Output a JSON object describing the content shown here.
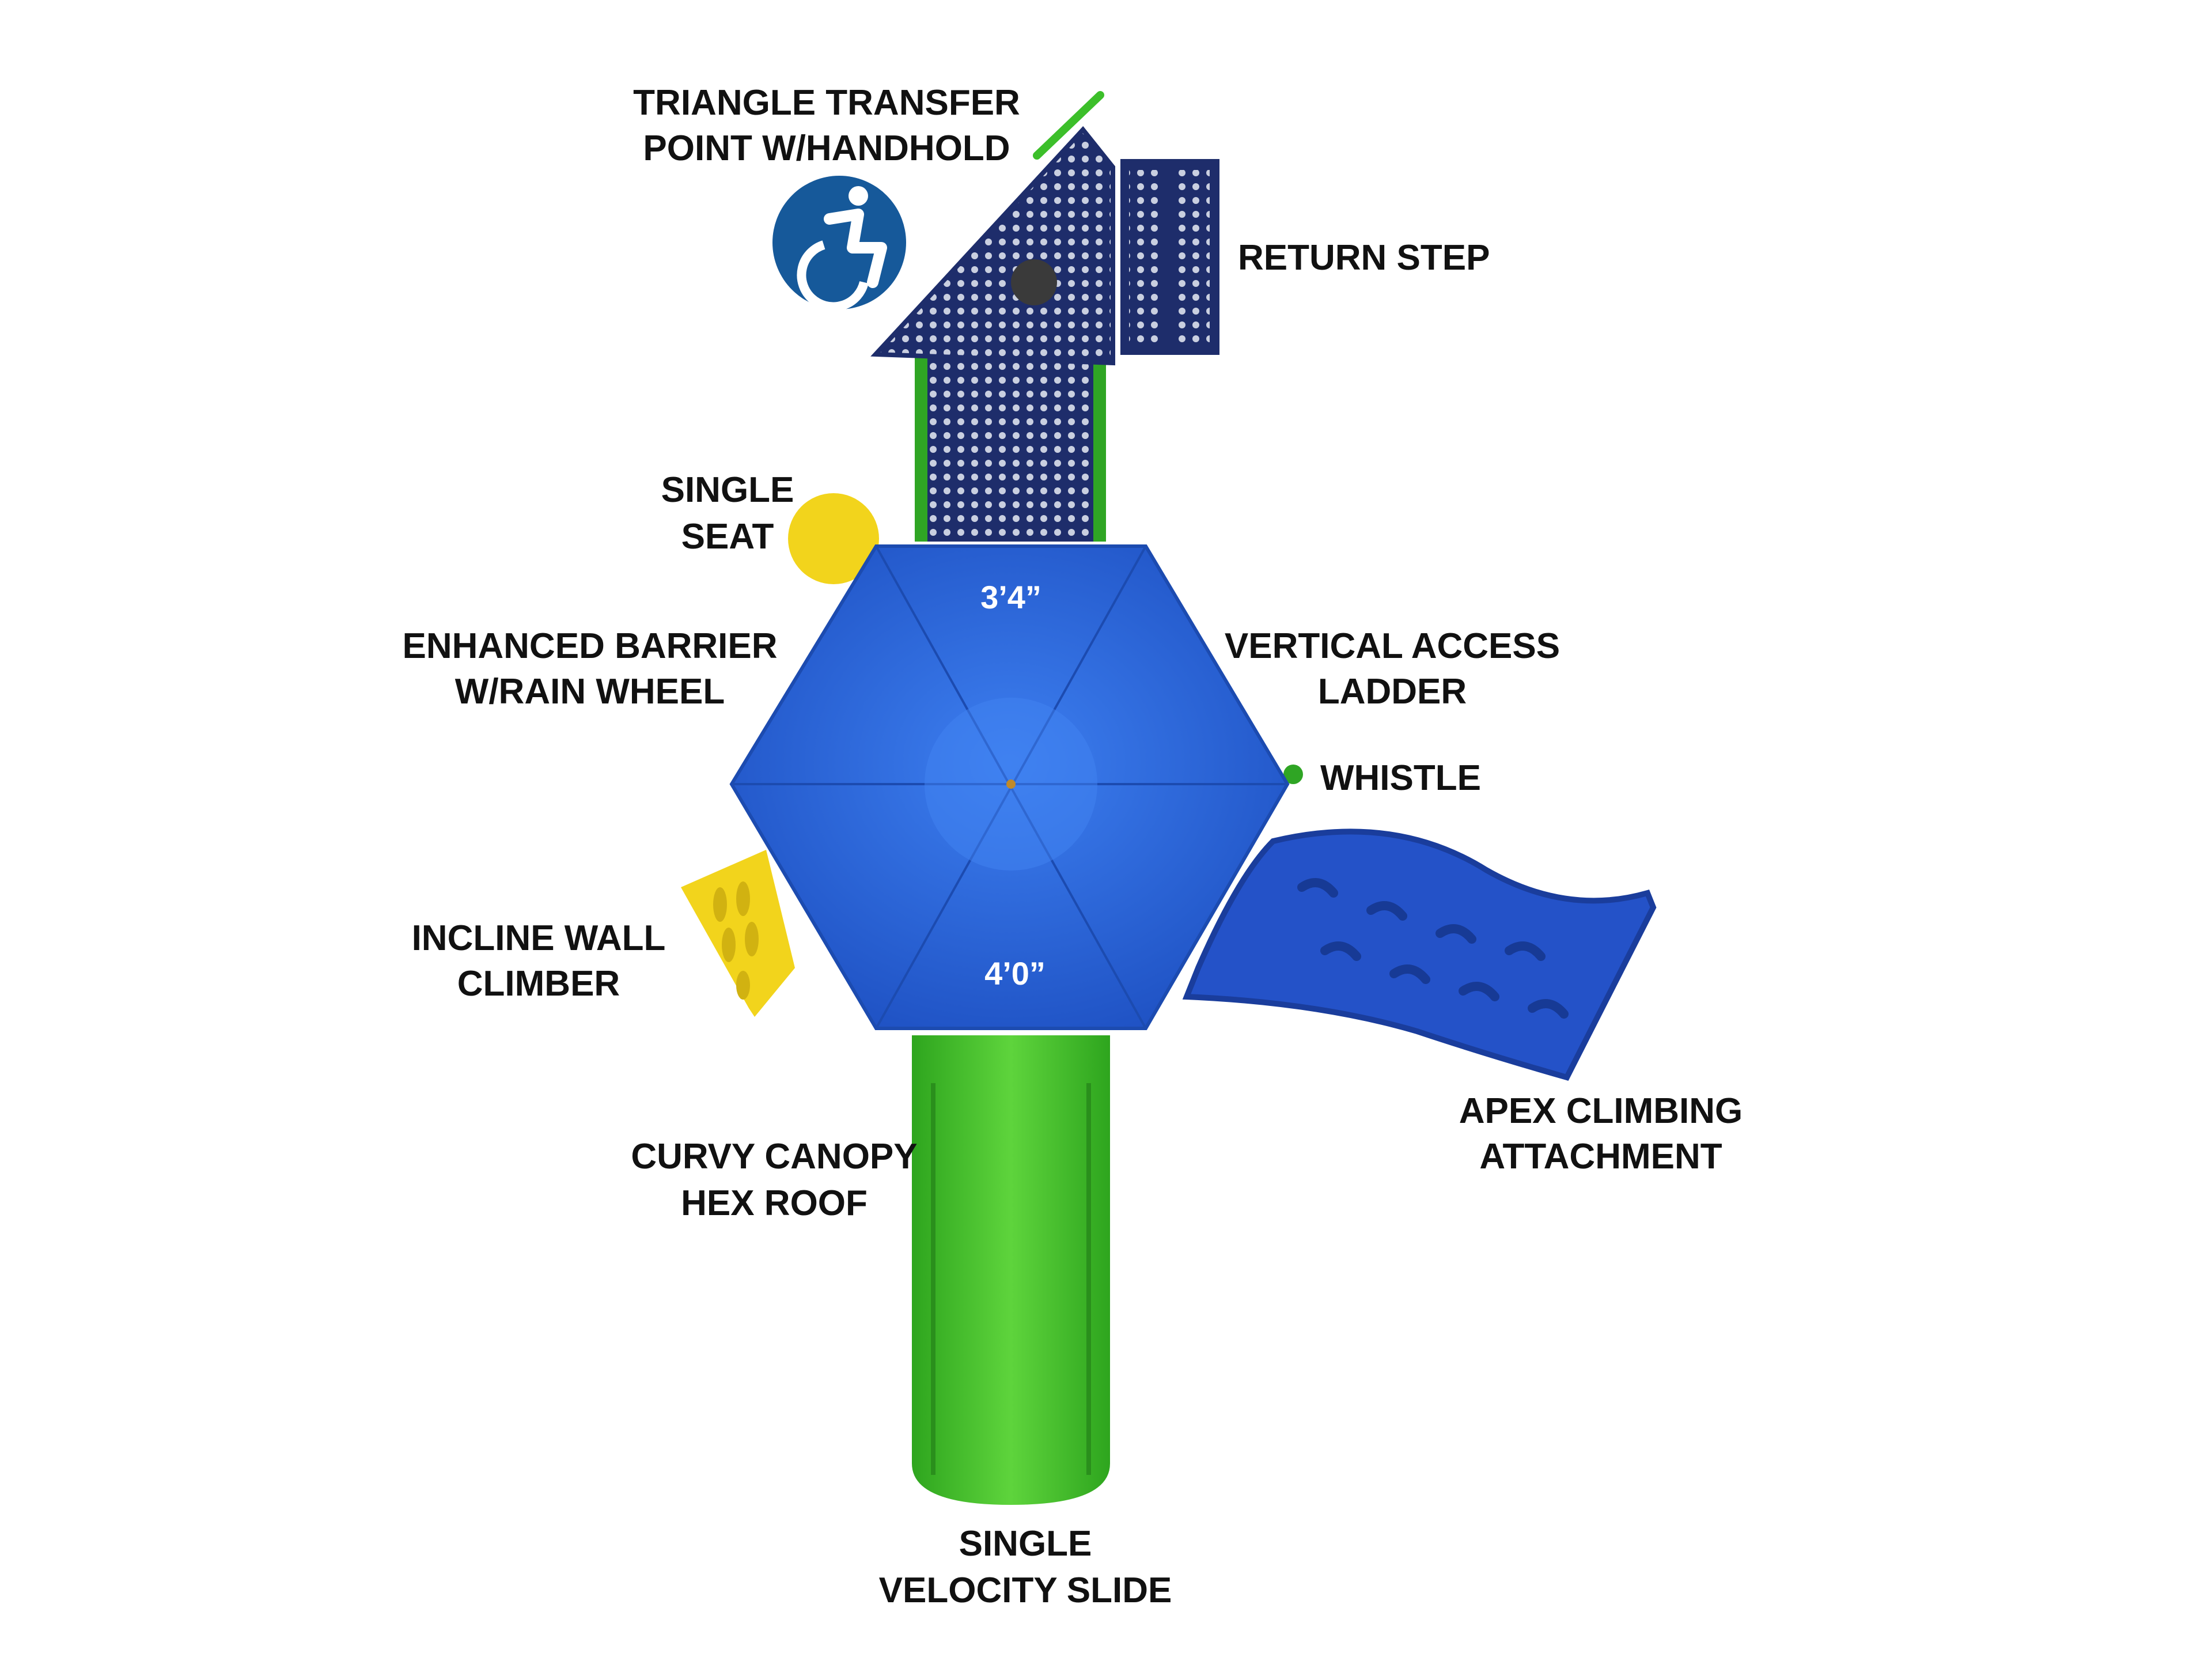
{
  "labels": {
    "triangle_transfer": [
      "TRIANGLE TRANSFER",
      "POINT W/HANDHOLD"
    ],
    "return_step": "RETURN STEP",
    "single_seat": [
      "SINGLE",
      "SEAT"
    ],
    "enhanced_barrier": [
      "ENHANCED BARRIER",
      "W/RAIN WHEEL"
    ],
    "vertical_ladder": [
      "VERTICAL ACCESS",
      "LADDER"
    ],
    "whistle": "WHISTLE",
    "incline_wall": [
      "INCLINE WALL",
      "CLIMBER"
    ],
    "curvy_canopy": [
      "CURVY CANOPY",
      "HEX ROOF"
    ],
    "apex_climbing": [
      "APEX CLIMBING",
      "ATTACHMENT"
    ],
    "velocity_slide": [
      "SINGLE",
      "VELOCITY SLIDE"
    ]
  },
  "dimensions": {
    "top_deck": "3’4”",
    "bottom_deck": "4’0”"
  },
  "icons": {
    "accessibility": "wheelchair-accessible-icon"
  },
  "colors": {
    "navy": "#1e2d6b",
    "roof_blue": "#2b62d6",
    "green": "#3cbf2a",
    "yellow": "#f2d41c",
    "access_blue": "#16599a"
  }
}
